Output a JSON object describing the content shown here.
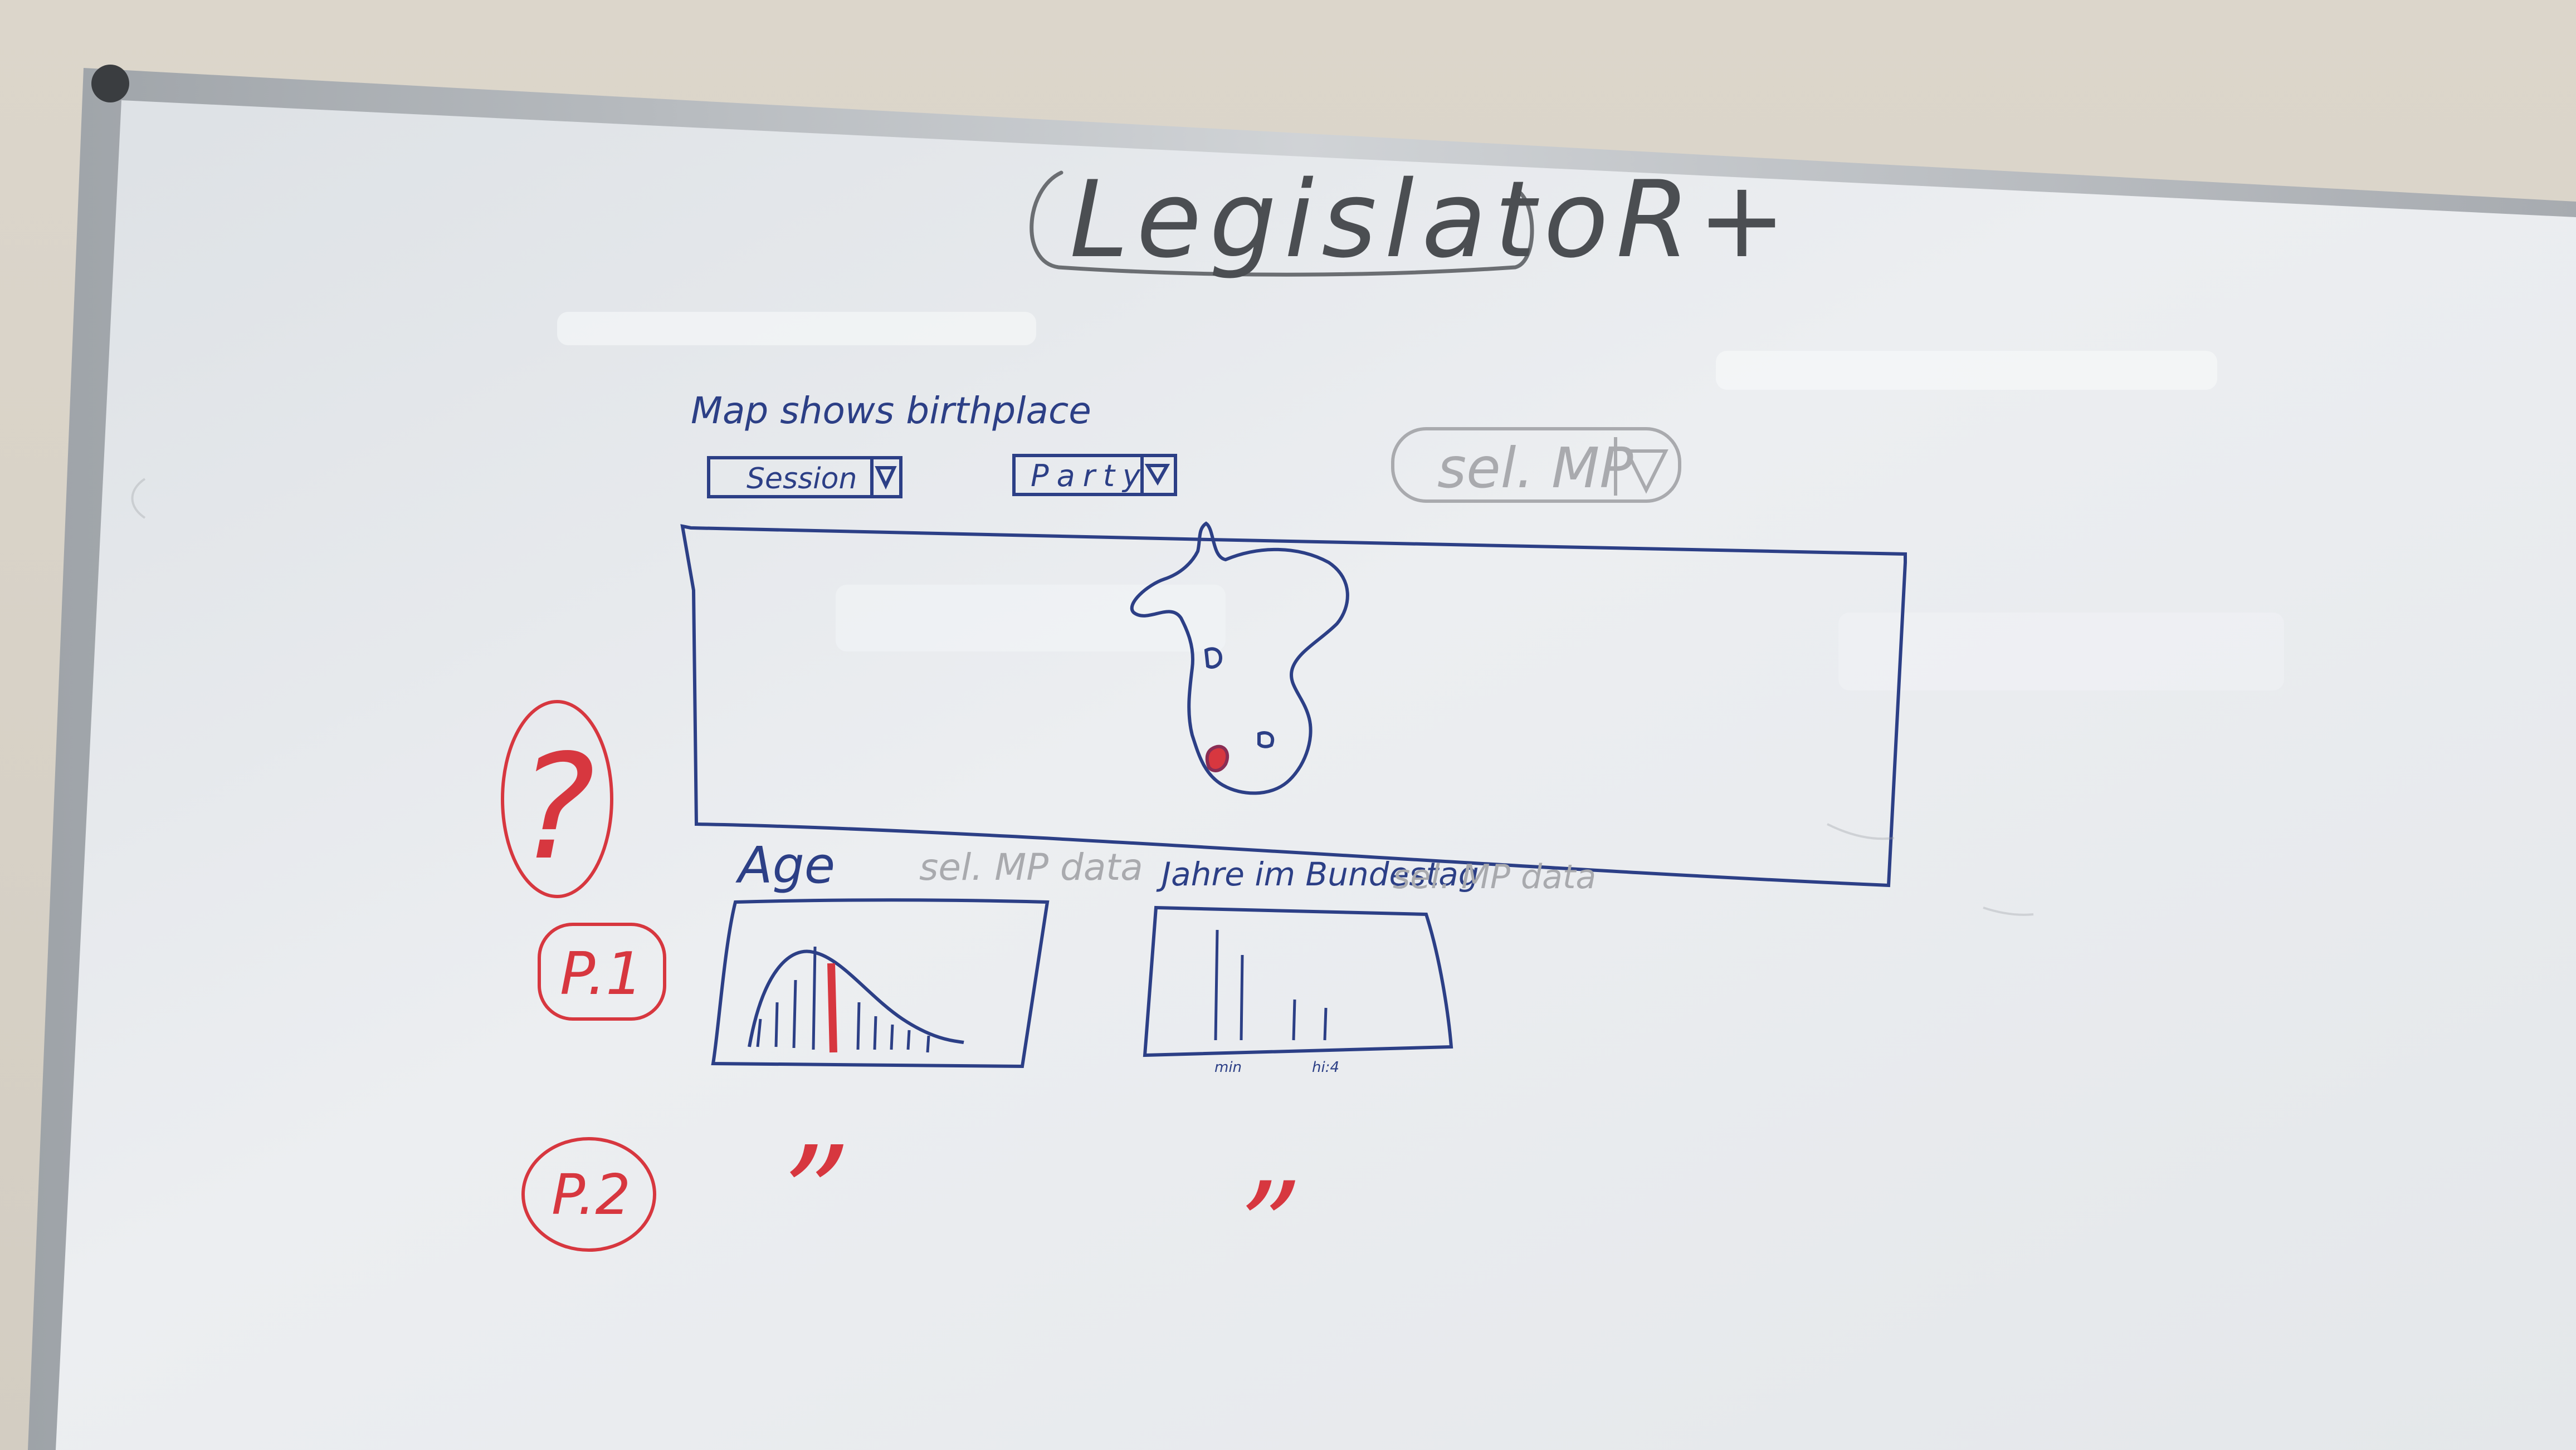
{
  "board": {
    "title": "LegislatoR+",
    "note": "Map shows birthplace",
    "session_dropdown": {
      "label": "Session"
    },
    "party_dropdown": {
      "label": "Party"
    },
    "mp_dropdown": {
      "label": "sel. MP"
    },
    "question_mark": "?",
    "age_chart": {
      "title": "Age",
      "annotation": "sel. MP data"
    },
    "years_chart": {
      "title": "Jahre im Bundestag",
      "annotation": "sel. MP data",
      "tick_labels": [
        "min",
        "hi:4"
      ]
    },
    "page_labels": [
      "P.1",
      "P.2"
    ],
    "ditto_marks": [
      "”",
      "”"
    ]
  },
  "colors": {
    "marker_blue": "#2c3f86",
    "marker_red": "#d7373f",
    "ghost_gray": "#a9aaae",
    "board_white": "#e9ecef",
    "frame_silver": "#b8bcc0"
  }
}
